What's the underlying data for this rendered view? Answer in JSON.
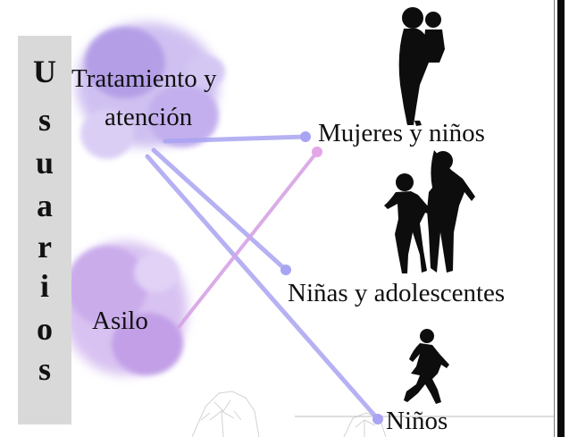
{
  "vertical_title": {
    "letters": [
      "U",
      "s",
      "u",
      "a",
      "r",
      "i",
      "o",
      "s"
    ]
  },
  "sources": {
    "tratamiento_line1": "Tratamiento y",
    "tratamiento_line2": "atención",
    "asilo": "Asilo"
  },
  "targets": {
    "mujeres": "Mujeres y niños",
    "ninas": "Niñas y adolescentes",
    "ninos": "Niños"
  },
  "colors": {
    "blob": "#b8a3e6",
    "line_blue": "#a9a4f2",
    "line_pink": "#d8a3e6",
    "bar": "#d9d9d9",
    "silhouette": "#0d0d0d"
  },
  "icons": [
    "woman-with-child-icon",
    "girls-walking-icon",
    "child-running-icon",
    "tree-sketch-icon"
  ]
}
